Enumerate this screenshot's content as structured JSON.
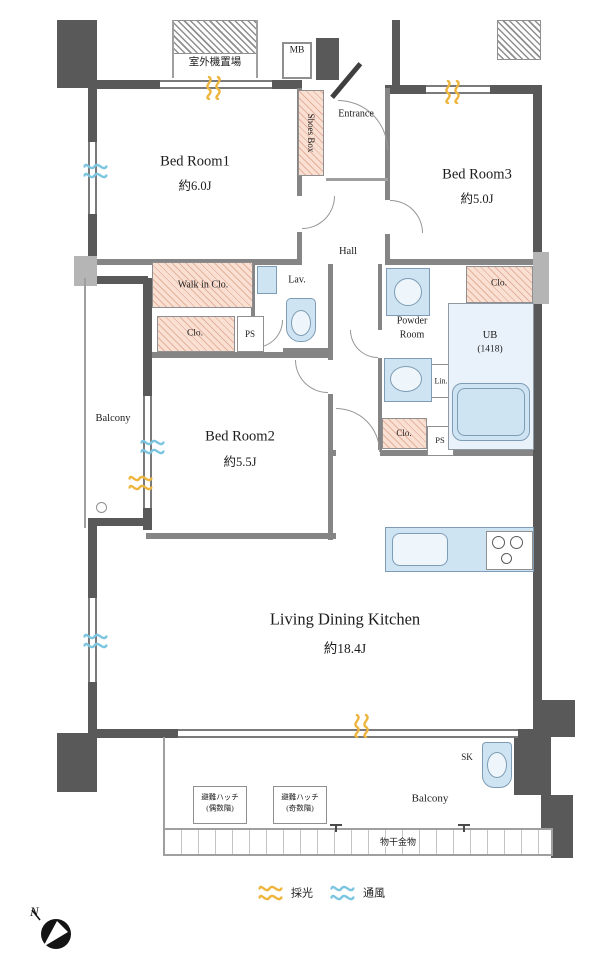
{
  "colors": {
    "wall": "#595959",
    "closet_fill": "#f9e0d3",
    "fixture_fill": "#cfe4f3",
    "daylight": "#eeb53e",
    "ventilation": "#7cc5e0"
  },
  "rooms": {
    "bedroom1": {
      "name": "Bed Room1",
      "size": "約6.0J"
    },
    "bedroom2": {
      "name": "Bed Room2",
      "size": "約5.5J"
    },
    "bedroom3": {
      "name": "Bed Room3",
      "size": "約5.0J"
    },
    "ldk": {
      "name": "Living Dining Kitchen",
      "size": "約18.4J"
    },
    "unit_bath": {
      "name": "UB",
      "size": "(1418)"
    }
  },
  "labels": {
    "outdoor_unit": "室外機置場",
    "mb": "MB",
    "entrance": "Entrance",
    "shoes_box": "Shoes Box",
    "hall": "Hall",
    "walk_in_closet": "Walk in Clo.",
    "lavatory": "Lav.",
    "closet": "Clo.",
    "pipe_space": "PS",
    "powder_line1": "Powder",
    "powder_line2": "Room",
    "linen": "Lin.",
    "balcony": "Balcony",
    "slop_sink": "SK",
    "laundry_hardware": "物干金物",
    "hatch_line1": "避難ハッチ",
    "hatch_even": "(偶数階)",
    "hatch_odd": "(奇数階)"
  },
  "legend": {
    "daylight": "採光",
    "ventilation": "通風"
  },
  "compass": {
    "north": "N"
  }
}
